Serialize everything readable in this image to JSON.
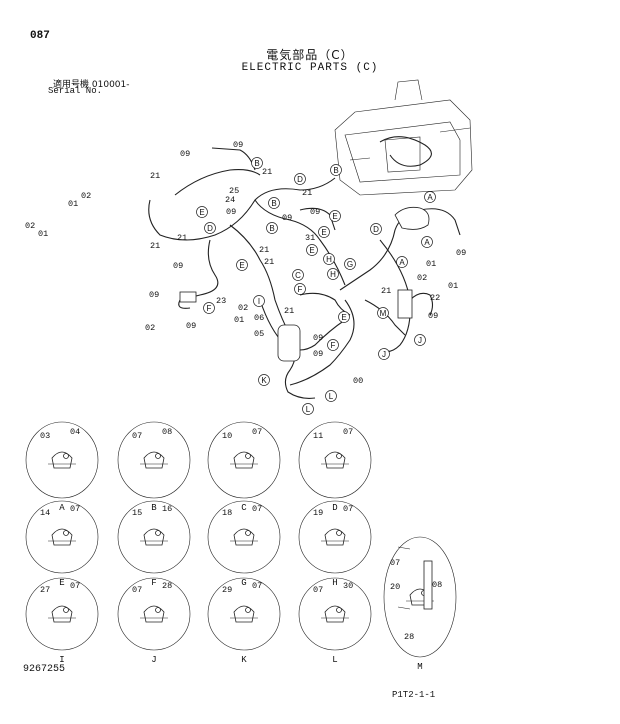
{
  "header": {
    "page_number": "087",
    "title_jp": "電気部品（C）",
    "title_en": "ELECTRIC PARTS (C)",
    "serial_label_jp": "適用号機",
    "serial_value": "010001-",
    "serial_label_en": "Serial No."
  },
  "footer": {
    "doc_number": "9267255",
    "page_ref": "P1T2-1-1"
  },
  "main_labels": [
    "09",
    "09",
    "21",
    "21",
    "25",
    "24",
    "21",
    "09",
    "21",
    "09",
    "31",
    "21",
    "21",
    "09",
    "21",
    "09",
    "02",
    "01",
    "02",
    "01",
    "09",
    "09",
    "23",
    "02",
    "01",
    "06",
    "21",
    "05",
    "09",
    "09",
    "00",
    "02",
    "01",
    "21",
    "22",
    "09",
    "09",
    "01",
    "02"
  ],
  "ref_letters": [
    "A",
    "B",
    "C",
    "D",
    "E",
    "F",
    "G",
    "H",
    "I",
    "J",
    "K",
    "L",
    "M"
  ],
  "details": [
    {
      "letter": "A",
      "parts": [
        "03",
        "04"
      ]
    },
    {
      "letter": "B",
      "parts": [
        "07",
        "08"
      ]
    },
    {
      "letter": "C",
      "parts": [
        "10",
        "07"
      ]
    },
    {
      "letter": "D",
      "parts": [
        "11",
        "07"
      ]
    },
    {
      "letter": "E",
      "parts": [
        "14",
        "07"
      ]
    },
    {
      "letter": "F",
      "parts": [
        "15",
        "16"
      ]
    },
    {
      "letter": "G",
      "parts": [
        "18",
        "07"
      ]
    },
    {
      "letter": "H",
      "parts": [
        "19",
        "07"
      ]
    },
    {
      "letter": "I",
      "parts": [
        "27",
        "07"
      ]
    },
    {
      "letter": "J",
      "parts": [
        "07",
        "28"
      ]
    },
    {
      "letter": "K",
      "parts": [
        "29",
        "07"
      ]
    },
    {
      "letter": "L",
      "parts": [
        "07",
        "30"
      ]
    },
    {
      "letter": "M",
      "parts": [
        "07",
        "20",
        "08",
        "28"
      ]
    }
  ]
}
